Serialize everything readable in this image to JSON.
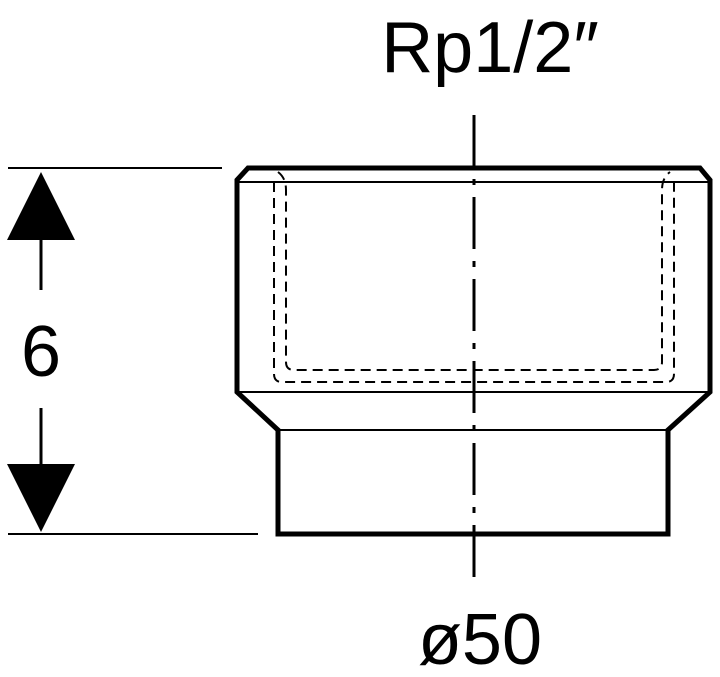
{
  "labels": {
    "thread": "Rp1/2″",
    "height": "6",
    "diameter": "ø50"
  },
  "colors": {
    "line": "#000000",
    "background": "#ffffff"
  }
}
